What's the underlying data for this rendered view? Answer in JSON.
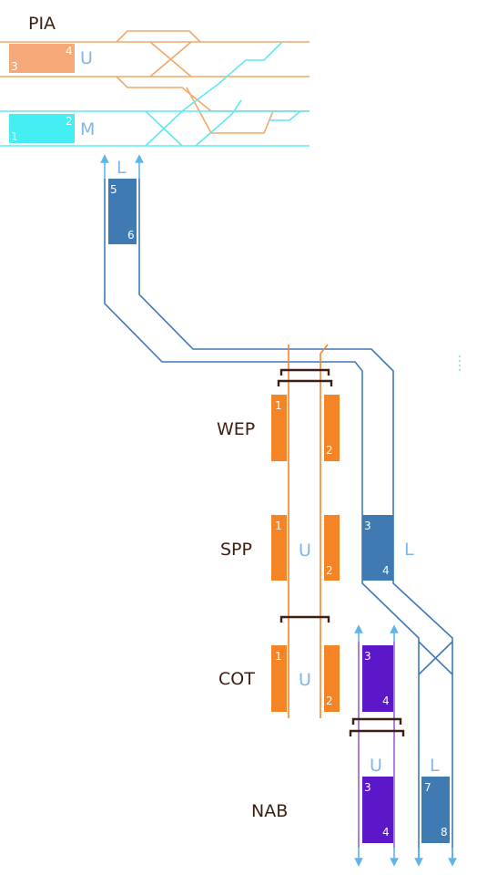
{
  "colors": {
    "orange_track": "#f0a868",
    "orange_platform": "#f5a878",
    "orange_bold": "#f58426",
    "cyan_track": "#5fe8f0",
    "cyan_platform": "#44eef2",
    "blue_track": "#3f79b8",
    "blue_platform": "#3f7ab3",
    "light_blue_arrow": "#5fb4ec",
    "purple_track": "#9a5fd8",
    "purple_platform": "#5b17c8",
    "bumper": "#3a1f12",
    "letter_color": "#7fb6e8",
    "station_text": "#3a1f12"
  },
  "stations": {
    "pia": "PIA",
    "wep": "WEP",
    "spp": "SPP",
    "cot": "COT",
    "nab": "NAB"
  },
  "line_letters": {
    "pia_u": "U",
    "pia_m": "M",
    "pia_l": "L",
    "spp_u": "U",
    "spp_l": "L",
    "cot_u": "U",
    "nab_u": "U",
    "nab_l": "L"
  },
  "platform_numbers": {
    "pia_orange_left": "3",
    "pia_orange_right": "4",
    "pia_cyan_left": "1",
    "pia_cyan_right": "2",
    "pia_blue_top": "5",
    "pia_blue_bottom": "6",
    "wep_left": "1",
    "wep_right": "2",
    "spp_left": "1",
    "spp_right": "2",
    "spp_blue_top": "3",
    "spp_blue_bottom": "4",
    "cot_left": "1",
    "cot_right": "2",
    "cot_purple_top": "3",
    "cot_purple_bottom": "4",
    "nab_purple_top": "3",
    "nab_purple_bottom": "4",
    "nab_blue_top": "7",
    "nab_blue_bottom": "8"
  }
}
